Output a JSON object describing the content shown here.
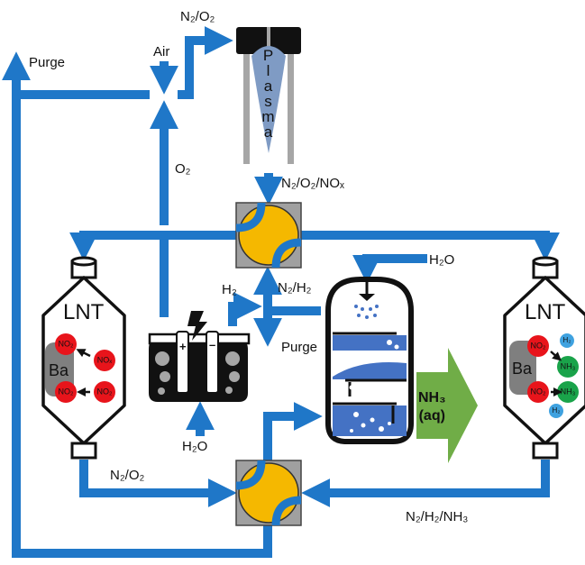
{
  "labels": {
    "purge_top": "Purge",
    "air": "Air",
    "n2o2_top": "N₂/O₂",
    "plasma": "Plasma",
    "n2o2nox": "N₂/O₂/NOₓ",
    "o2": "O₂",
    "h2": "H₂",
    "n2h2": "N₂/H₂",
    "purge_mid": "Purge",
    "h2o_top": "H₂O",
    "h2o_bottom": "H₂O",
    "n2o2_bottom": "N₂/O₂",
    "n2h2nh3": "N₂/H₂/NH₃",
    "nh3_line1": "NH₃",
    "nh3_line2": "(aq)",
    "plus": "+",
    "minus": "–"
  },
  "lnt_left": {
    "title": "LNT",
    "ba": "Ba",
    "molecules": [
      "NO₂",
      "NOₓ",
      "NO₂",
      "NO₂"
    ]
  },
  "lnt_right": {
    "title": "LNT",
    "ba": "Ba",
    "molecules": [
      "NO₂",
      "H₂",
      "NH₃",
      "NO₂",
      "NH₃",
      "H₂"
    ]
  },
  "colors": {
    "pipe": "#1f77c8",
    "valve_fill": "#f5b800",
    "valve_box": "#a0a0a0",
    "no_molecule": "#e8141b",
    "nh3_molecule": "#1aa34a",
    "h2_molecule": "#3fa2e0",
    "ba_block": "#7f7f7f",
    "plasma": "#7f9bc4",
    "water": "#4472c4",
    "product_arrow": "#70ad47",
    "electrolyzer": "#111111"
  }
}
